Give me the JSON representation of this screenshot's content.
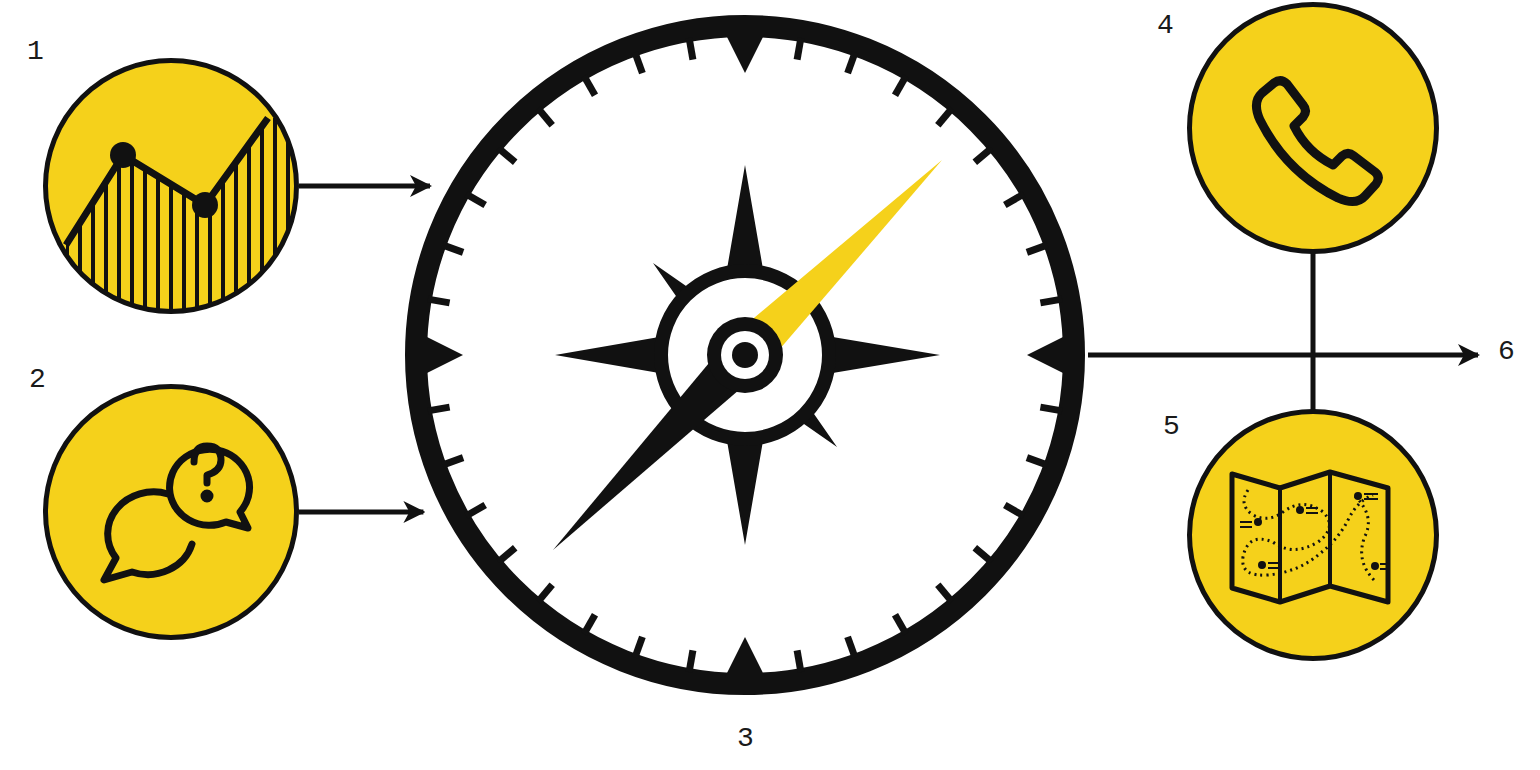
{
  "diagram": {
    "nodes": [
      {
        "text": [
          "1"
        ]
      },
      {
        "text": [
          "2"
        ]
      },
      {
        "text": [
          "3"
        ]
      },
      {
        "text": [
          "4"
        ]
      },
      {
        "text": [
          "5"
        ]
      }
    ],
    "edges": [
      {
        "from": 0,
        "to": 2,
        "arrow": "to"
      },
      {
        "from": 1,
        "to": 2,
        "arrow": "to"
      },
      {
        "from": 3,
        "to": 4,
        "arrow": "none"
      }
    ],
    "labels": [
      "6"
    ]
  }
}
